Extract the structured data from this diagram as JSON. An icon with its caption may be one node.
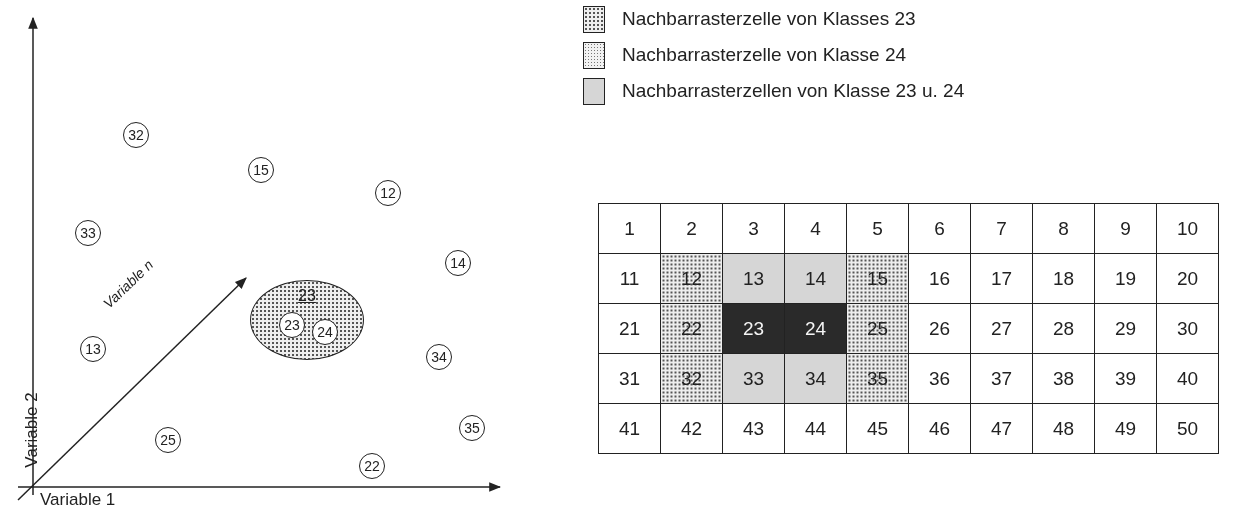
{
  "diagram": {
    "nodes": [
      {
        "text": [
          "32"
        ]
      },
      {
        "text": [
          "15"
        ]
      },
      {
        "text": [
          "12"
        ]
      },
      {
        "text": [
          "33"
        ]
      },
      {
        "text": [
          "14"
        ]
      },
      {
        "text": [
          "23"
        ]
      },
      {
        "text": [
          "23"
        ],
        "in": 5
      },
      {
        "text": [
          "24"
        ],
        "in": 5
      },
      {
        "text": [
          "13"
        ]
      },
      {
        "text": [
          "34"
        ]
      },
      {
        "text": [
          "25"
        ]
      },
      {
        "text": [
          "35"
        ]
      },
      {
        "text": [
          "22"
        ]
      }
    ],
    "labels": [
      "Variable n",
      "Variable 2",
      "Variable 1",
      "1",
      "2",
      "3",
      "4",
      "5",
      "6",
      "7",
      "8",
      "9",
      "10",
      "11",
      "12",
      "13",
      "14",
      "15",
      "16",
      "17",
      "18",
      "19",
      "20",
      "21",
      "22",
      "23",
      "24",
      "25",
      "26",
      "27",
      "28",
      "29",
      "30",
      "31",
      "32",
      "33",
      "34",
      "35",
      "36",
      "37",
      "38",
      "39",
      "40",
      "41",
      "42",
      "43",
      "44",
      "45",
      "46",
      "47",
      "48",
      "49",
      "50"
    ],
    "legend": [
      {
        "text": "Nachbarrasterzelle von Klasses 23"
      },
      {
        "text": "Nachbarrasterzelle von Klasse 24"
      },
      {
        "text": "Nachbarrasterzellen von Klasse 23 u. 24"
      }
    ]
  }
}
